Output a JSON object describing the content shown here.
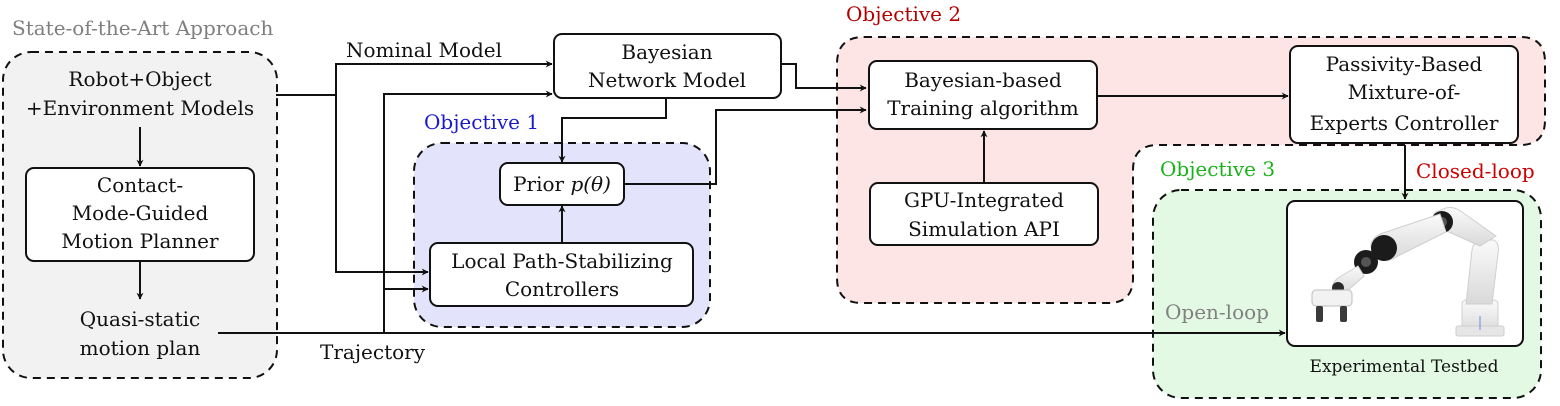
{
  "colors": {
    "soa_fill": "#f2f2f2",
    "obj1_fill": "#e3e4fb",
    "obj2_fill": "#fde5e5",
    "obj3_fill": "#e4f9e4",
    "soa_title": "#7f7f7f",
    "obj1_title": "#1a1acc",
    "obj2_title": "#b30000",
    "obj3_title": "#19b319",
    "closed_loop": "#cc0000",
    "open_loop": "#808080"
  },
  "regions": {
    "soa_title": "State-of-the-Art Approach",
    "obj1_title": "Objective 1",
    "obj2_title": "Objective 2",
    "obj3_title": "Objective 3"
  },
  "blocks": {
    "models": [
      "Robot+Object",
      "+Environment Models"
    ],
    "planner": [
      "Contact-",
      "Mode-Guided",
      "Motion Planner"
    ],
    "plan": [
      "Quasi-static",
      "motion plan"
    ],
    "bnm": [
      "Bayesian",
      "Network Model"
    ],
    "prior_text": "Prior ",
    "prior_math": "p(θ)",
    "lpsc": [
      "Local Path-Stabilizing",
      "Controllers"
    ],
    "bayes_train": [
      "Bayesian-based",
      "Training algorithm"
    ],
    "gpu": [
      "GPU-Integrated",
      "Simulation API"
    ],
    "pbmoe": [
      "Passivity-Based",
      "Mixture-of-",
      "Experts Controller"
    ],
    "testbed_caption": "Experimental Testbed"
  },
  "labels": {
    "nominal_model": "Nominal Model",
    "trajectory": "Trajectory",
    "closed_loop": "Closed-loop",
    "open_loop": "Open-loop"
  },
  "icons": {
    "testbed": "robot-arm-icon"
  }
}
